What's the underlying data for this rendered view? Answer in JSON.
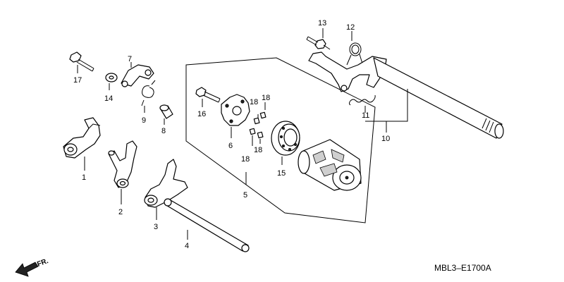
{
  "callouts": {
    "c1": "1",
    "c2": "2",
    "c3": "3",
    "c4": "4",
    "c5": "5",
    "c6": "6",
    "c7": "7",
    "c8": "8",
    "c9": "9",
    "c10": "10",
    "c11": "11",
    "c12": "12",
    "c13": "13",
    "c14": "14",
    "c15": "15",
    "c16": "16",
    "c17": "17",
    "c18a": "18",
    "c18b": "18",
    "c18c": "18",
    "c18d": "18"
  },
  "front_marker": "FR.",
  "diagram_code": "MBL3–E1700A",
  "icons": {
    "front_arrow": "front-arrow-icon"
  }
}
